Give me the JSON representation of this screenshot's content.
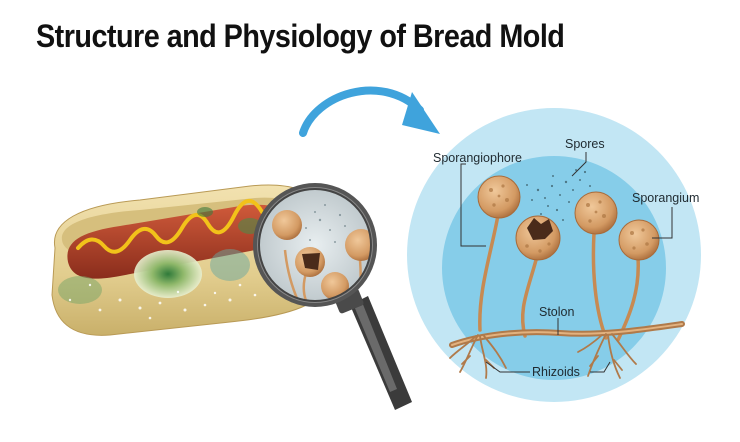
{
  "title": "Structure and Physiology of Bread Mold",
  "labels": {
    "sporangiophore": "Sporangiophore",
    "spores": "Spores",
    "sporangium": "Sporangium",
    "stolon": "Stolon",
    "rhizoids": "Rhizoids"
  },
  "colors": {
    "circle_outer": "#bfe6f5",
    "circle_inner": "#7fcdeb",
    "arrow": "#3fa3dc",
    "mold_body": "#d7a978",
    "bread": "#e6d49c",
    "sausage": "#b0432a",
    "mustard": "#f2c21a"
  }
}
